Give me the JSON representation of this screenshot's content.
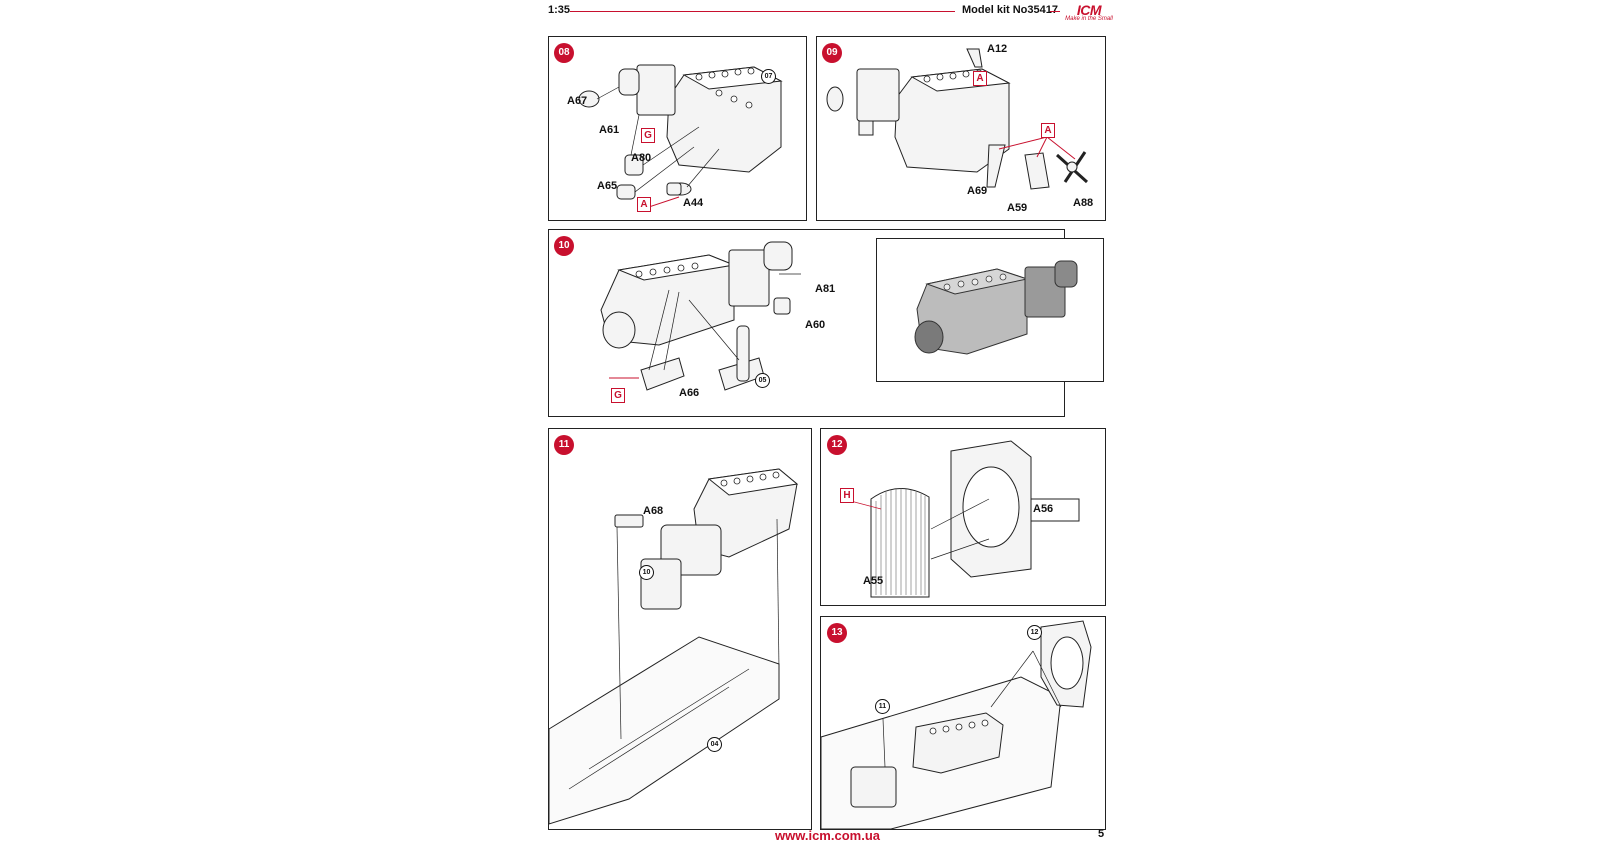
{
  "header": {
    "scale": "1:35",
    "kit": "Model kit No35417",
    "logo_text": "ICM",
    "logo_tagline": "Make in the Small",
    "accent_color": "#c8102e"
  },
  "steps": {
    "s08": {
      "number": "08",
      "labels": {
        "a67": "A67",
        "a61": "A61",
        "a80": "A80",
        "a65": "A65",
        "a44": "A44",
        "sprue_g": "G",
        "sprue_a": "A",
        "ref07": "07"
      }
    },
    "s09": {
      "number": "09",
      "labels": {
        "a12": "A12",
        "a69": "A69",
        "a59": "A59",
        "a88": "A88",
        "sprue_a1": "A",
        "sprue_a2": "A"
      }
    },
    "s10": {
      "number": "10",
      "labels": {
        "a81": "A81",
        "a60": "A60",
        "a66": "A66",
        "sprue_g": "G",
        "ref05": "05"
      }
    },
    "s11": {
      "number": "11",
      "labels": {
        "a68": "A68",
        "ref10": "10",
        "ref04": "04"
      }
    },
    "s12": {
      "number": "12",
      "labels": {
        "a56": "A56",
        "a55": "A55",
        "sprue_h": "H"
      }
    },
    "s13": {
      "number": "13",
      "labels": {
        "ref11": "11",
        "ref12": "12"
      }
    }
  },
  "footer": {
    "url": "www.icm.com.ua",
    "page": "5"
  }
}
